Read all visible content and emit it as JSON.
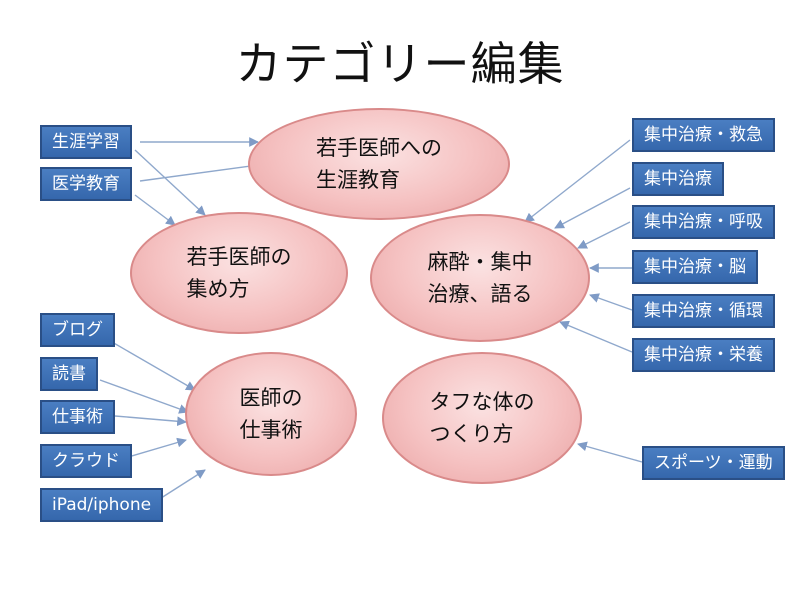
{
  "title": "カテゴリー編集",
  "bubbles": {
    "young_education": {
      "line1": "若手医師への",
      "line2": "生涯教育"
    },
    "gathering": {
      "line1": "若手医師の",
      "line2": "集め方"
    },
    "anesthesia": {
      "line1": "麻酔・集中",
      "line2": "治療、語る"
    },
    "technique": {
      "line1": "医師の",
      "line2": "仕事術"
    },
    "body": {
      "line1": "タフな体の",
      "line2": "つくり方"
    }
  },
  "tags": {
    "lifelong_learning": "生涯学習",
    "medical_education": "医学教育",
    "icu_emergency": "集中治療・救急",
    "icu": "集中治療",
    "icu_respiratory": "集中治療・呼吸",
    "icu_brain": "集中治療・脳",
    "icu_circulation": "集中治療・循環",
    "icu_nutrition": "集中治療・栄養",
    "blog": "ブログ",
    "reading": "読書",
    "work_technique": "仕事術",
    "cloud": "クラウド",
    "ipad_iphone": "iPad/iphone",
    "sports": "スポーツ・運動"
  },
  "colors": {
    "tag_fill": "#3f74bb",
    "tag_border": "#2a4f86",
    "bubble_fill": "#f5c1c1",
    "bubble_border": "#d98a8a",
    "arrow": "#8fa8cc"
  }
}
